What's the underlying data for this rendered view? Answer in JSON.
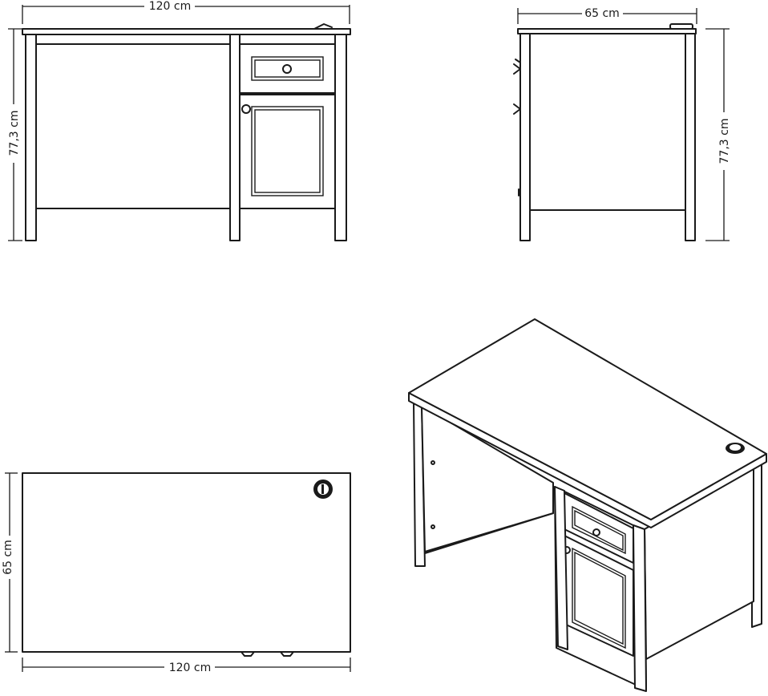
{
  "front_view": {
    "width_label": "120 cm",
    "height_label": "77,3 cm"
  },
  "side_view": {
    "depth_label": "65 cm",
    "height_label": "77,3 cm"
  },
  "top_view": {
    "depth_label": "65 cm",
    "width_label": "120 cm"
  },
  "colors": {
    "line": "#1a1a1a",
    "background": "#ffffff"
  }
}
